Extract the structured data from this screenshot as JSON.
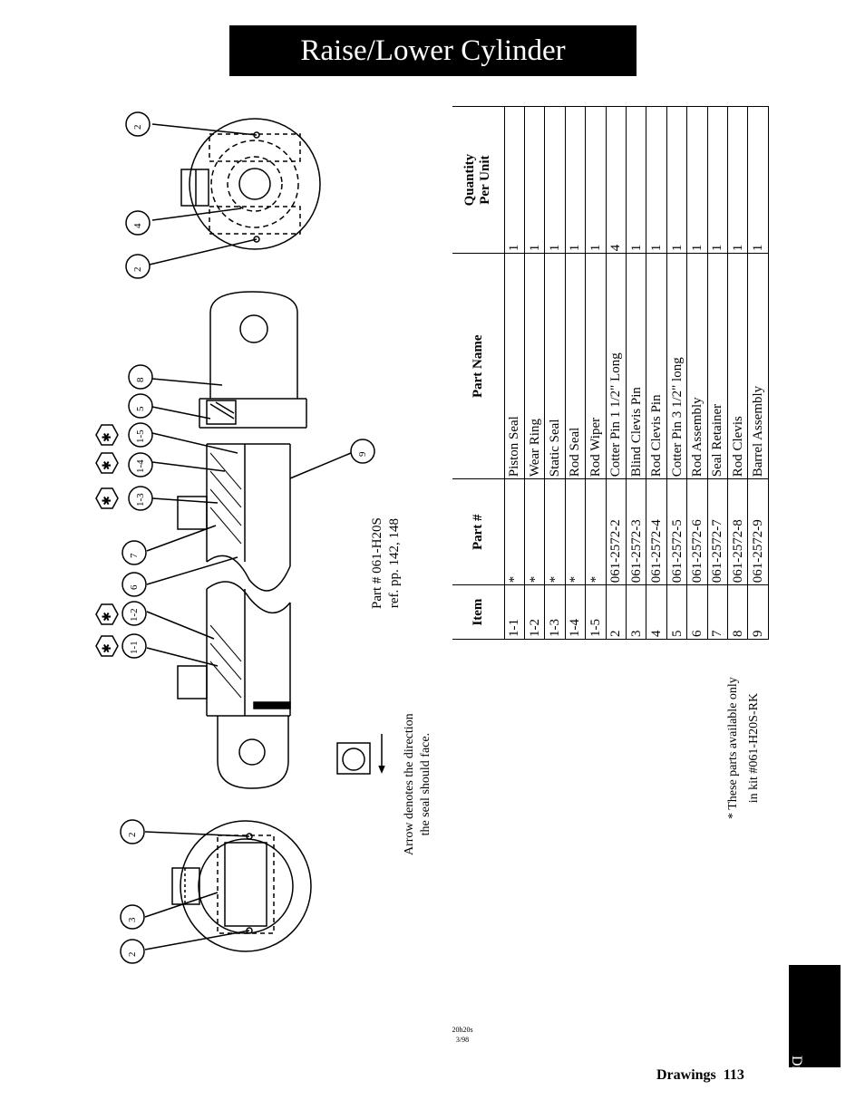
{
  "title": "Raise/Lower Cylinder",
  "part_note": {
    "line1": "Part # 061-H20S",
    "line2": "ref. pp. 142, 148"
  },
  "arrow_note": {
    "line1": "Arrow denotes the direction",
    "line2": "the seal should face."
  },
  "kit_note": {
    "line1": "* These parts available only",
    "line2": "in kit #061-H20S-RK"
  },
  "callouts": [
    "2",
    "3",
    "2",
    "1-1",
    "1-2",
    "6",
    "7",
    "1-3",
    "1-4",
    "1-5",
    "5",
    "8",
    "9",
    "2",
    "4",
    "2"
  ],
  "star": "✱",
  "doc_code": {
    "line1": "20h20s",
    "line2": "3/98"
  },
  "table": {
    "headers": {
      "item": "Item",
      "part": "Part #",
      "name": "Part Name",
      "qty_line1": "Quantity",
      "qty_line2": "Per Unit"
    },
    "rows": [
      {
        "item": "1-1",
        "part": "*",
        "name": "Piston Seal",
        "qty": "1"
      },
      {
        "item": "1-2",
        "part": "*",
        "name": "Wear Ring",
        "qty": "1"
      },
      {
        "item": "1-3",
        "part": "*",
        "name": "Static Seal",
        "qty": "1"
      },
      {
        "item": "1-4",
        "part": "*",
        "name": "Rod Seal",
        "qty": "1"
      },
      {
        "item": "1-5",
        "part": "*",
        "name": "Rod Wiper",
        "qty": "1"
      },
      {
        "item": "2",
        "part": "061-2572-2",
        "name": "Cotter Pin 1 1/2\" Long",
        "qty": "4"
      },
      {
        "item": "3",
        "part": "061-2572-3",
        "name": "Blind Clevis Pin",
        "qty": "1"
      },
      {
        "item": "4",
        "part": "061-2572-4",
        "name": "Rod Clevis Pin",
        "qty": "1"
      },
      {
        "item": "5",
        "part": "061-2572-5",
        "name": "Cotter Pin 3 1/2\" long",
        "qty": "1"
      },
      {
        "item": "6",
        "part": "061-2572-6",
        "name": "Rod Assembly",
        "qty": "1"
      },
      {
        "item": "7",
        "part": "061-2572-7",
        "name": "Seal Retainer",
        "qty": "1"
      },
      {
        "item": "8",
        "part": "061-2572-8",
        "name": "Rod Clevis",
        "qty": "1"
      },
      {
        "item": "9",
        "part": "061-2572-9",
        "name": "Barrel Assembly",
        "qty": "1"
      }
    ]
  },
  "side_tab": "Drawings",
  "footer": {
    "section": "Drawings",
    "page": "113"
  }
}
